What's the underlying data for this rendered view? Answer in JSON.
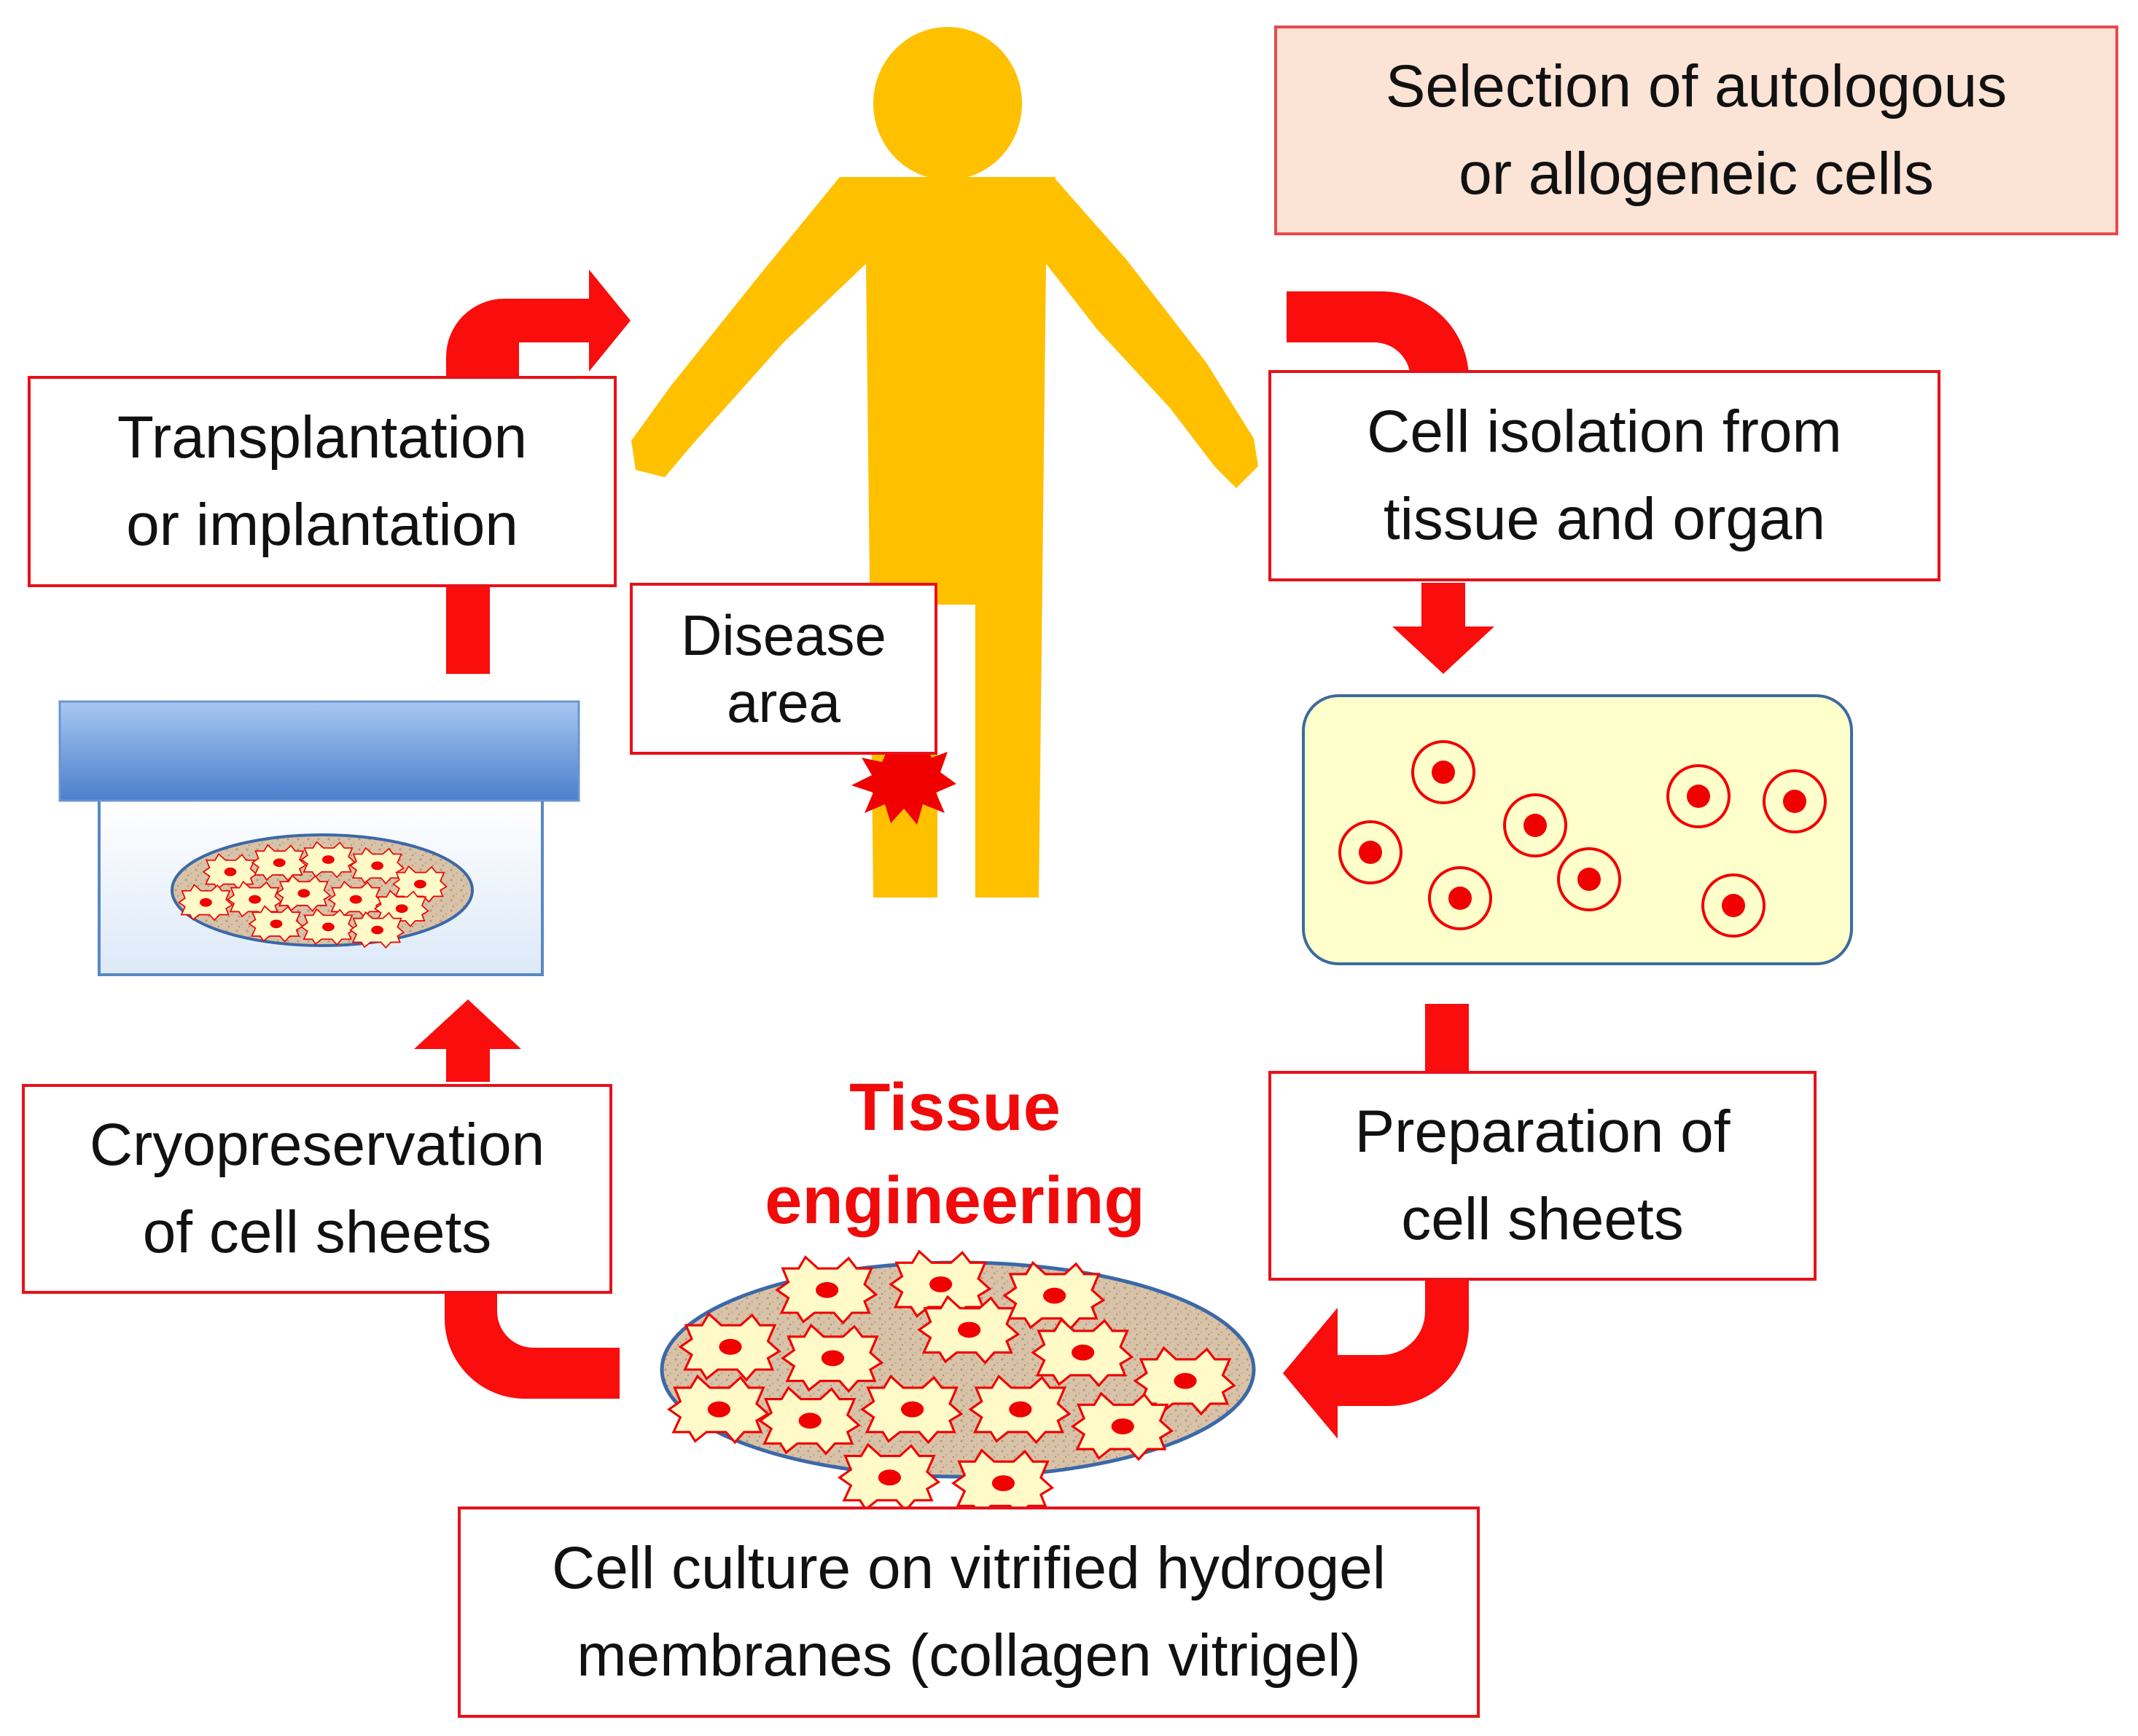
{
  "colors": {
    "arrow": "#f90d0d",
    "human": "#ffc000",
    "box_border": "#e8101a",
    "selection_fill": "#fbe3d6",
    "cell_fill": "#fffac8",
    "cell_nucleus": "#f00000",
    "suspension_fill": "#ffffcc",
    "membrane_fill": "#d8c2a8",
    "insert_cap": "#5b8fd5",
    "title": "#f00a0a"
  },
  "icons": [
    "human-figure-icon",
    "burst-icon",
    "culture-insert-icon",
    "cell-suspension-icon",
    "cell-sheet-icon"
  ],
  "labels": {
    "selection": [
      "Selection of autologous",
      "or allogeneic cells"
    ],
    "isolation": [
      "Cell isolation from",
      "tissue and organ"
    ],
    "preparation": [
      "Preparation of",
      "cell sheets"
    ],
    "culture": [
      "Cell culture on vitrified hydrogel",
      "membranes (collagen vitrigel)"
    ],
    "cryo": [
      "Cryopreservation",
      "of cell sheets"
    ],
    "transplant": [
      "Transplantation",
      "or implantation"
    ],
    "disease": [
      "Disease",
      "area"
    ]
  },
  "center_title": [
    "Tissue",
    "engineering"
  ]
}
